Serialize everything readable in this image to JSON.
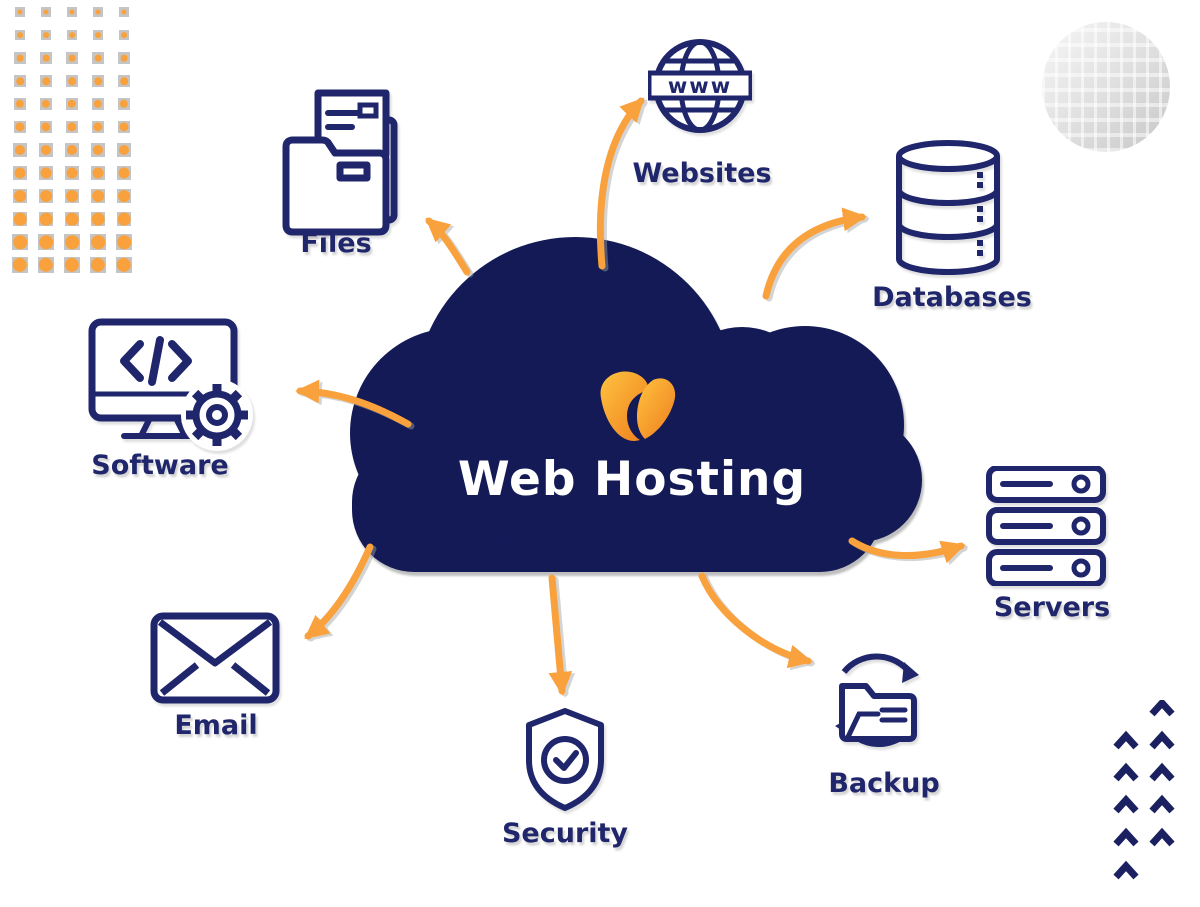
{
  "center": {
    "title": "Web Hosting"
  },
  "nodes": [
    {
      "id": "files",
      "label": "Files",
      "icon": "folder-files-icon"
    },
    {
      "id": "websites",
      "label": "Websites",
      "icon": "globe-www-icon"
    },
    {
      "id": "databases",
      "label": "Databases",
      "icon": "database-stack-icon"
    },
    {
      "id": "software",
      "label": "Software",
      "icon": "code-monitor-gear-icon"
    },
    {
      "id": "servers",
      "label": "Servers",
      "icon": "server-rack-icon"
    },
    {
      "id": "email",
      "label": "Email",
      "icon": "envelope-icon"
    },
    {
      "id": "security",
      "label": "Security",
      "icon": "shield-check-icon"
    },
    {
      "id": "backup",
      "label": "Backup",
      "icon": "folder-sync-icon"
    }
  ],
  "icon_text": {
    "globe_band": "www"
  },
  "colors": {
    "cloud_navy": "#131A56",
    "icon_navy": "#20266B",
    "arrow_orange": "#F9A13D",
    "pattern_gray": "#C5C5C5",
    "logo_gradient_start": "#FFC33F",
    "logo_gradient_end": "#EE7D1F",
    "title_white": "#FFFFFF"
  },
  "decor": {
    "dot_grid": {
      "rows": 12,
      "cols": 5
    },
    "chevron_rows": 6
  }
}
